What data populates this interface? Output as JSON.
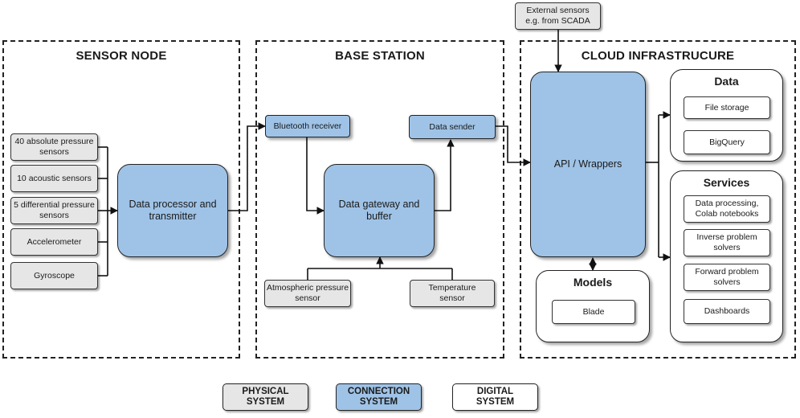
{
  "regions": {
    "sensor_node": "SENSOR NODE",
    "base_station": "BASE STATION",
    "cloud": "CLOUD INFRASTRUCURE"
  },
  "sensor_node": {
    "sensors": [
      "40 absolute pressure sensors",
      "10 acoustic sensors",
      "5 differential pressure sensors",
      "Accelerometer",
      "Gyroscope"
    ],
    "processor": "Data processor and transmitter"
  },
  "base_station": {
    "bluetooth": "Bluetooth receiver",
    "sender": "Data sender",
    "gateway": "Data gateway and buffer",
    "atmospheric": "Atmospheric pressure sensor",
    "temperature": "Temperature sensor"
  },
  "cloud": {
    "external": "External sensors e.g. from SCADA",
    "api": "API / Wrappers",
    "data": {
      "title": "Data",
      "items": [
        "File storage",
        "BigQuery"
      ]
    },
    "services": {
      "title": "Services",
      "items": [
        "Data processing, Colab notebooks",
        "Inverse problem solvers",
        "Forward problem solvers",
        "Dashboards"
      ]
    },
    "models": {
      "title": "Models",
      "items": [
        "Blade"
      ]
    }
  },
  "legend": {
    "physical": "PHYSICAL SYSTEM",
    "connection": "CONNECTION SYSTEM",
    "digital": "DIGITAL SYSTEM"
  },
  "colors": {
    "physical": "#e6e6e6",
    "connection": "#9fc3e7",
    "digital": "#ffffff",
    "line": "#111111"
  }
}
